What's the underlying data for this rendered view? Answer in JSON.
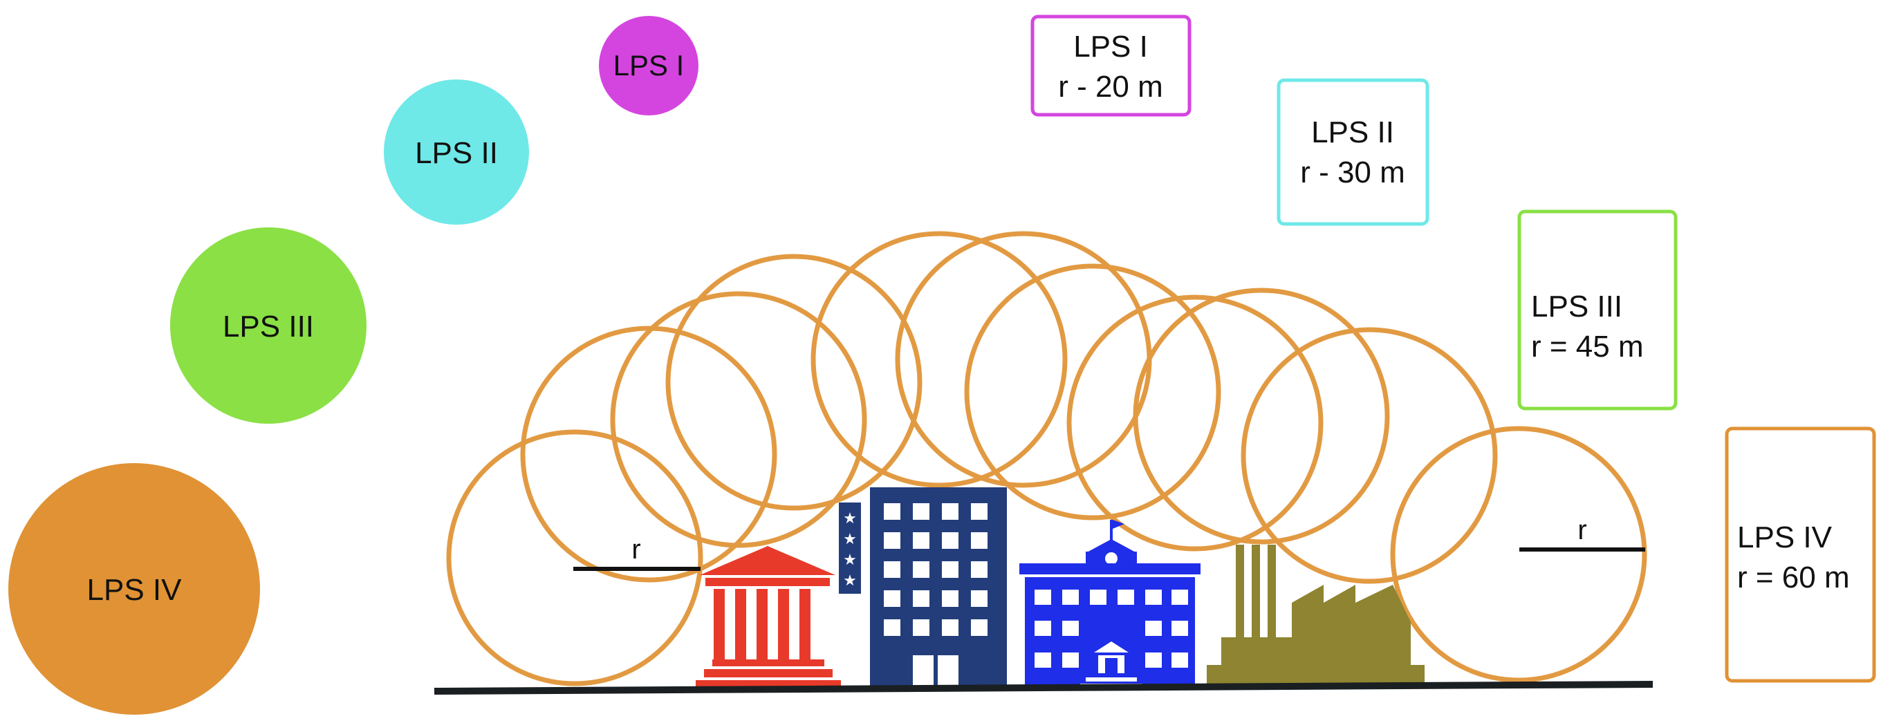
{
  "colors": {
    "lps1": "#d445e0",
    "lps2": "#6fe8e8",
    "lps3": "#8ae045",
    "lps4": "#e09235",
    "ring": "#e29a42",
    "museum": "#e83a2a",
    "hotel": "#233d7a",
    "school": "#1f2ee8",
    "factory": "#8e8431",
    "ground": "#1a1f22"
  },
  "legend_circles": [
    {
      "label": "LPS I"
    },
    {
      "label": "LPS II"
    },
    {
      "label": "LPS III"
    },
    {
      "label": "LPS IV"
    }
  ],
  "legend_boxes": [
    {
      "title": "LPS I",
      "radius": "r - 20 m"
    },
    {
      "title": "LPS II",
      "radius": "r - 30 m"
    },
    {
      "title": "LPS III",
      "radius": "r = 45 m"
    },
    {
      "title": "LPS IV",
      "radius": "r = 60 m"
    }
  ],
  "radius_labels": {
    "left": "r",
    "right": "r"
  },
  "buildings": [
    {
      "icon": "museum-icon"
    },
    {
      "icon": "hotel-icon",
      "stars": "★"
    },
    {
      "icon": "school-icon"
    },
    {
      "icon": "factory-icon"
    }
  ]
}
